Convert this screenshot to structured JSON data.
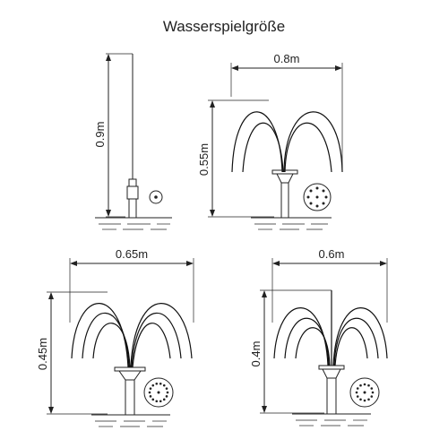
{
  "title": "Wasserspielgröße",
  "fountains": [
    {
      "name": "fountain-1",
      "width_label": "",
      "height_label": "0.9m"
    },
    {
      "name": "fountain-2",
      "width_label": "0.8m",
      "height_label": "0.55m"
    },
    {
      "name": "fountain-3",
      "width_label": "0.65m",
      "height_label": "0.45m"
    },
    {
      "name": "fountain-4",
      "width_label": "0.6m",
      "height_label": "0.4m"
    }
  ],
  "icons": [
    "single-jet-nozzle-icon",
    "multi-jet-nozzle-icon",
    "ring-nozzle-icon",
    "ring-nozzle-icon"
  ]
}
